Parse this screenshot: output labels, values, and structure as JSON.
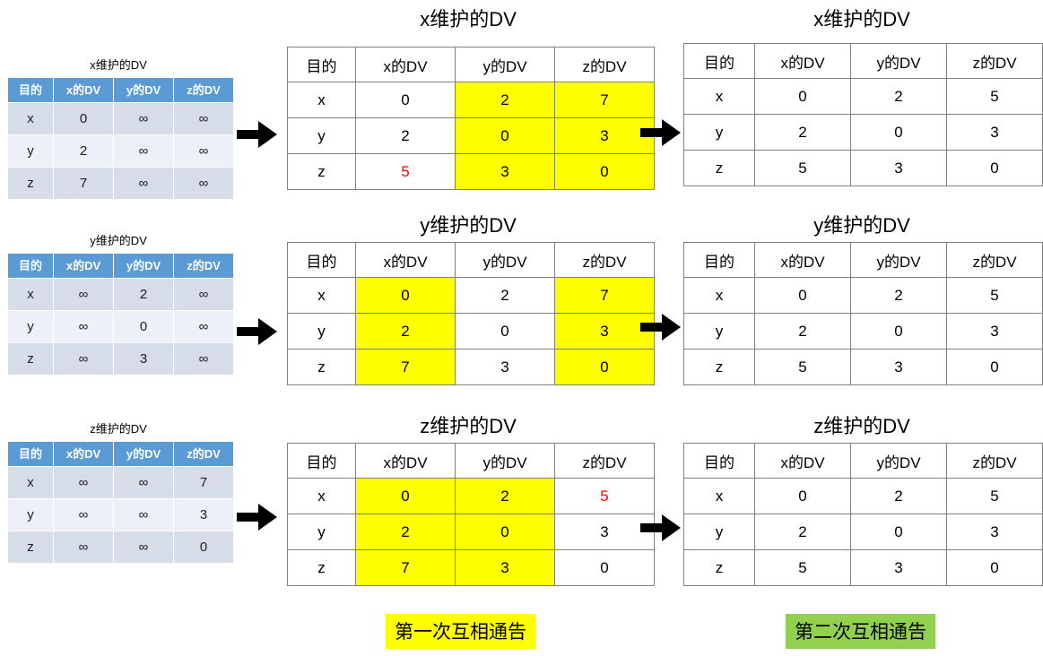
{
  "figure": {
    "kind": "distance-vector-routing-diagram",
    "columns": [
      "initial",
      "after-first-exchange",
      "after-second-exchange"
    ],
    "headers": [
      "目的",
      "x的DV",
      "y的DV",
      "z的DV"
    ],
    "row_labels": [
      "x",
      "y",
      "z"
    ],
    "infinity_glyph": "∞",
    "colors": {
      "header_blue": "#5B9BD5",
      "band_dark": "#D6DCE8",
      "band_light": "#EDF0F7",
      "highlight_yellow": "#FFFF00",
      "legend_green": "#92D050",
      "changed_value_red": "#FF0000",
      "grid_line": "#808080"
    }
  },
  "initial": [
    {
      "title": "x维护的DV",
      "rows": [
        {
          "label": "x",
          "x": "0",
          "y": "∞",
          "z": "∞"
        },
        {
          "label": "y",
          "x": "2",
          "y": "∞",
          "z": "∞"
        },
        {
          "label": "z",
          "x": "7",
          "y": "∞",
          "z": "∞"
        }
      ]
    },
    {
      "title": "y维护的DV",
      "rows": [
        {
          "label": "x",
          "x": "∞",
          "y": "2",
          "z": "∞"
        },
        {
          "label": "y",
          "x": "∞",
          "y": "0",
          "z": "∞"
        },
        {
          "label": "z",
          "x": "∞",
          "y": "3",
          "z": "∞"
        }
      ]
    },
    {
      "title": "z维护的DV",
      "rows": [
        {
          "label": "x",
          "x": "∞",
          "y": "∞",
          "z": "7"
        },
        {
          "label": "y",
          "x": "∞",
          "y": "∞",
          "z": "3"
        },
        {
          "label": "z",
          "x": "∞",
          "y": "∞",
          "z": "0"
        }
      ]
    }
  ],
  "first_exchange": [
    {
      "title": "x维护的DV",
      "rows": [
        {
          "label": "x",
          "x": "0",
          "y": "2",
          "z": "7"
        },
        {
          "label": "y",
          "x": "2",
          "y": "0",
          "z": "3"
        },
        {
          "label": "z",
          "x": "5",
          "y": "3",
          "z": "0"
        }
      ],
      "highlight_columns": [
        "y",
        "z"
      ],
      "red_cells": [
        {
          "row": "z",
          "col": "x"
        }
      ]
    },
    {
      "title": "y维护的DV",
      "rows": [
        {
          "label": "x",
          "x": "0",
          "y": "2",
          "z": "7"
        },
        {
          "label": "y",
          "x": "2",
          "y": "0",
          "z": "3"
        },
        {
          "label": "z",
          "x": "7",
          "y": "3",
          "z": "0"
        }
      ],
      "highlight_columns": [
        "x",
        "z"
      ],
      "red_cells": []
    },
    {
      "title": "z维护的DV",
      "rows": [
        {
          "label": "x",
          "x": "0",
          "y": "2",
          "z": "5"
        },
        {
          "label": "y",
          "x": "2",
          "y": "0",
          "z": "3"
        },
        {
          "label": "z",
          "x": "7",
          "y": "3",
          "z": "0"
        }
      ],
      "highlight_columns": [
        "x",
        "y"
      ],
      "red_cells": [
        {
          "row": "x",
          "col": "z"
        }
      ]
    }
  ],
  "second_exchange": [
    {
      "title": "x维护的DV",
      "rows": [
        {
          "label": "x",
          "x": "0",
          "y": "2",
          "z": "5"
        },
        {
          "label": "y",
          "x": "2",
          "y": "0",
          "z": "3"
        },
        {
          "label": "z",
          "x": "5",
          "y": "3",
          "z": "0"
        }
      ]
    },
    {
      "title": "y维护的DV",
      "rows": [
        {
          "label": "x",
          "x": "0",
          "y": "2",
          "z": "5"
        },
        {
          "label": "y",
          "x": "2",
          "y": "0",
          "z": "3"
        },
        {
          "label": "z",
          "x": "5",
          "y": "3",
          "z": "0"
        }
      ]
    },
    {
      "title": "z维护的DV",
      "rows": [
        {
          "label": "x",
          "x": "0",
          "y": "2",
          "z": "5"
        },
        {
          "label": "y",
          "x": "2",
          "y": "0",
          "z": "3"
        },
        {
          "label": "z",
          "x": "5",
          "y": "3",
          "z": "0"
        }
      ]
    }
  ],
  "legend": {
    "first": "第一次互相通告",
    "second": "第二次互相通告"
  }
}
